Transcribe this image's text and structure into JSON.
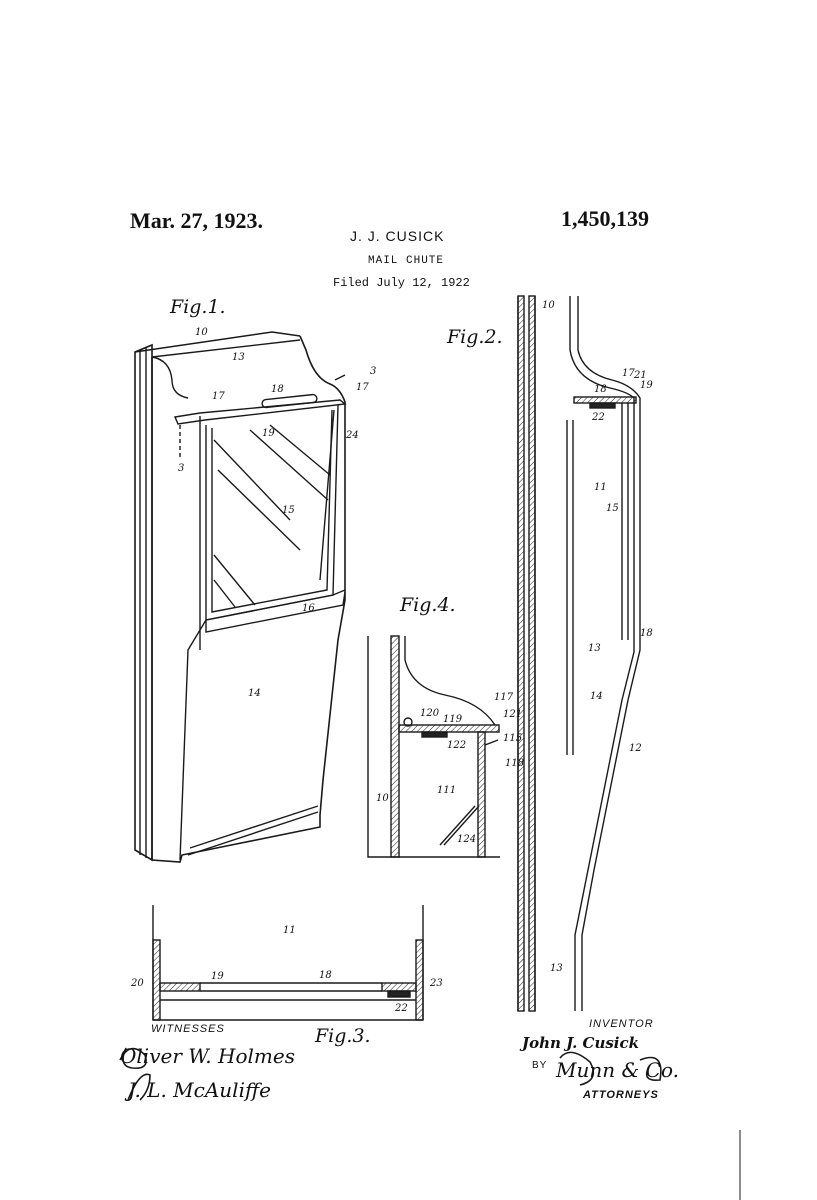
{
  "header": {
    "date": "Mar. 27, 1923.",
    "patent_number": "1,450,139",
    "inventor": "J. J. CUSICK",
    "title": "MAIL CHUTE",
    "filed": "Filed July 12, 1922"
  },
  "figures": {
    "fig1": "Fig.1.",
    "fig2": "Fig.2.",
    "fig3": "Fig.3.",
    "fig4": "Fig.4."
  },
  "fig1_refs": [
    "10",
    "13",
    "3",
    "17",
    "18",
    "17",
    "19",
    "24",
    "3",
    "15",
    "16",
    "14"
  ],
  "fig2_refs": [
    "10",
    "17",
    "21",
    "18",
    "19",
    "22",
    "11",
    "15",
    "18",
    "13",
    "14",
    "12",
    "13"
  ],
  "fig3_refs": [
    "11",
    "19",
    "18",
    "20",
    "23",
    "22"
  ],
  "fig4_refs": [
    "117",
    "120",
    "119",
    "121",
    "122",
    "115",
    "118",
    "10",
    "111",
    "124"
  ],
  "footer": {
    "witnesses_label": "WITNESSES",
    "witness_1": "Oliver W. Holmes",
    "witness_2": "J. L. McAuliffe",
    "inventor_label": "INVENTOR",
    "inventor_signature": "John J. Cusick",
    "by_label": "BY",
    "attorney_signature": "Munn & Co.",
    "attorneys_label": "ATTORNEYS"
  }
}
